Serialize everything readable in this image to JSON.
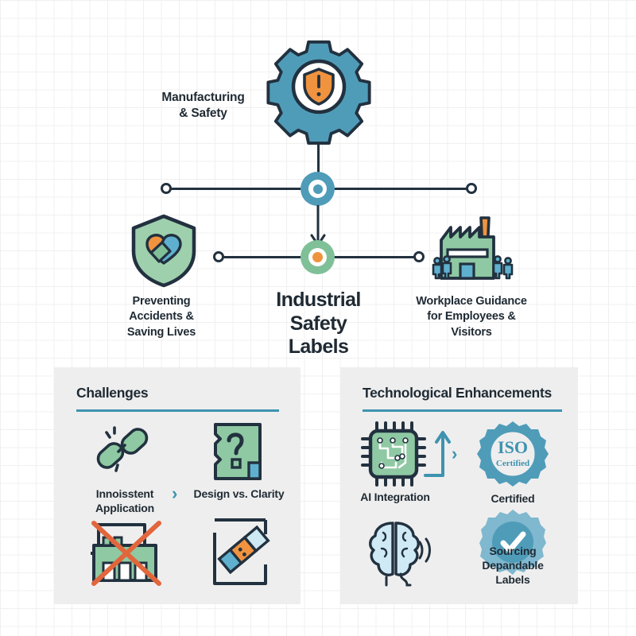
{
  "colors": {
    "teal": "#4f9cb9",
    "teal_dark": "#3d93b0",
    "green": "#7fc098",
    "green_light": "#9fd0ae",
    "orange": "#f0933f",
    "orange_dark": "#e2663c",
    "ink": "#22313f",
    "panel_bg": "#eeeeee",
    "page_bg": "#ffffff",
    "grid_line": "#f0f0f0",
    "light_blue": "#bfe0f0",
    "steel_blue": "#5fb0cf"
  },
  "hub": {
    "gear_icon": "gear-shield-alert-icon",
    "left_label": "Manufacturing\n& Safety",
    "left_label_line1": "Manufacturing",
    "left_label_line2": "& Safety"
  },
  "center": {
    "title_line1": "Industrial",
    "title_line2": "Safety",
    "title_line3": "Labels"
  },
  "branches": [
    {
      "id": "preventing-accidents",
      "icon": "shield-heart-icon",
      "label_line1": "Preventing",
      "label_line2": "Accidents &",
      "label_line3": "Saving Lives"
    },
    {
      "id": "workplace-guidance",
      "icon": "factory-people-icon",
      "label_line1": "Workplace Guidance",
      "label_line2": "for Employees &",
      "label_line3": "Visitors"
    }
  ],
  "panels": [
    {
      "id": "challenges",
      "title": "Challenges",
      "items": [
        {
          "id": "inconsistent-application",
          "icon": "broken-chain-icon",
          "label_line1": "Innoisstent",
          "label_line2": "Application"
        },
        {
          "id": "design-vs-clarity",
          "icon": "document-question-mark-icon",
          "label_line1": "Design vs. Clarity",
          "label_line2": ""
        },
        {
          "id": "factory-crossed-out",
          "icon": "factory-crossed-out-icon",
          "label_line1": "",
          "label_line2": ""
        },
        {
          "id": "eraser-label",
          "icon": "eraser-marker-icon",
          "label_line1": "",
          "label_line2": ""
        }
      ],
      "separator": "›"
    },
    {
      "id": "technological-enhancements",
      "title": "Technological Enhancements",
      "items": [
        {
          "id": "ai-integration",
          "icon": "cpu-chip-icon",
          "label_line1": "AI Integration",
          "label_line2": "",
          "label_line3": ""
        },
        {
          "id": "certified",
          "icon": "iso-certified-badge-icon",
          "label_line1": "Certified",
          "label_line2": "",
          "label_line3": ""
        },
        {
          "id": "brain-signal",
          "icon": "brain-signal-icon",
          "label_line1": "",
          "label_line2": "",
          "label_line3": ""
        },
        {
          "id": "sourcing-dependable-labels",
          "icon": "check-badge-icon",
          "label_line1": "Sourcing",
          "label_line2": "Depandable",
          "label_line3": "Labels"
        }
      ],
      "separator": "›",
      "badge_text_top": "ISO",
      "badge_text_bottom": "Certified"
    }
  ]
}
